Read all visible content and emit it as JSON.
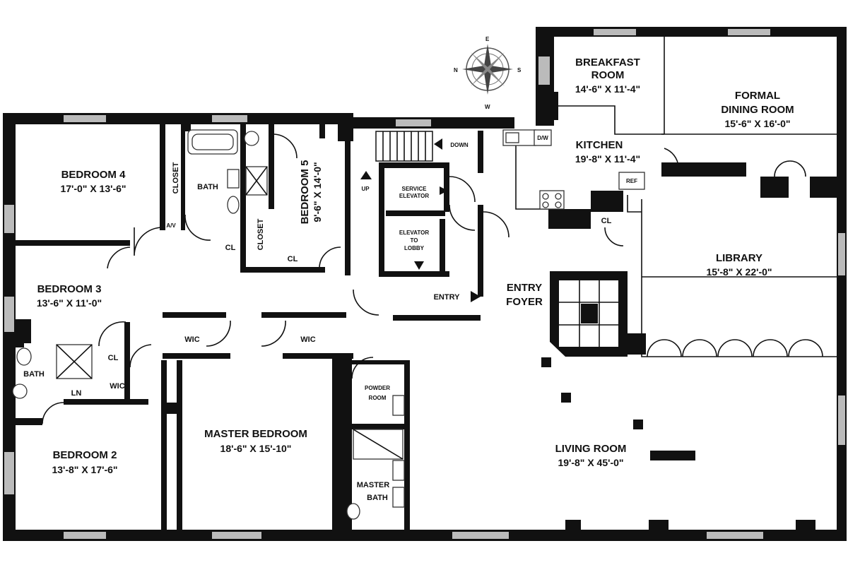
{
  "compass": {
    "north": "N",
    "east": "E",
    "south": "S",
    "west": "W"
  },
  "rooms": {
    "breakfast": {
      "name": "BREAKFAST",
      "name2": "ROOM",
      "dim": "14'-6\" X 11'-4\""
    },
    "dining": {
      "name": "FORMAL",
      "name2": "DINING ROOM",
      "dim": "15'-6\" X 16'-0\""
    },
    "kitchen": {
      "name": "KITCHEN",
      "dim": "19'-8\" X 11'-4\""
    },
    "bedroom4": {
      "name": "BEDROOM 4",
      "dim": "17'-0\" X 13'-6\""
    },
    "bedroom5": {
      "name": "BEDROOM 5",
      "dim": "9'-6\" X 14'-0\""
    },
    "bedroom3": {
      "name": "BEDROOM 3",
      "dim": "13'-6\" X 11'-0\""
    },
    "bedroom2": {
      "name": "BEDROOM 2",
      "dim": "13'-8\" X 17'-6\""
    },
    "library": {
      "name": "LIBRARY",
      "dim": "15'-8\" X 22'-0\""
    },
    "master": {
      "name": "MASTER BEDROOM",
      "dim": "18'-6\" X 15'-10\""
    },
    "living": {
      "name": "LIVING ROOM",
      "dim": "19'-8\" X 45'-0\""
    }
  },
  "labels": {
    "closet": "CLOSET",
    "bath": "BATH",
    "cl": "CL",
    "av": "A/V",
    "ln": "LN",
    "wic": "WIC",
    "up": "UP",
    "down": "DOWN",
    "service_elevator_1": "SERVICE",
    "service_elevator_2": "ELEVATOR",
    "lobby_elevator_1": "ELEVATOR",
    "lobby_elevator_2": "TO",
    "lobby_elevator_3": "LOBBY",
    "entry": "ENTRY",
    "entry_foyer_1": "ENTRY",
    "entry_foyer_2": "FOYER",
    "powder_1": "POWDER",
    "powder_2": "ROOM",
    "master_bath_1": "MASTER",
    "master_bath_2": "BATH",
    "ref": "REF",
    "dw": "D/W"
  }
}
